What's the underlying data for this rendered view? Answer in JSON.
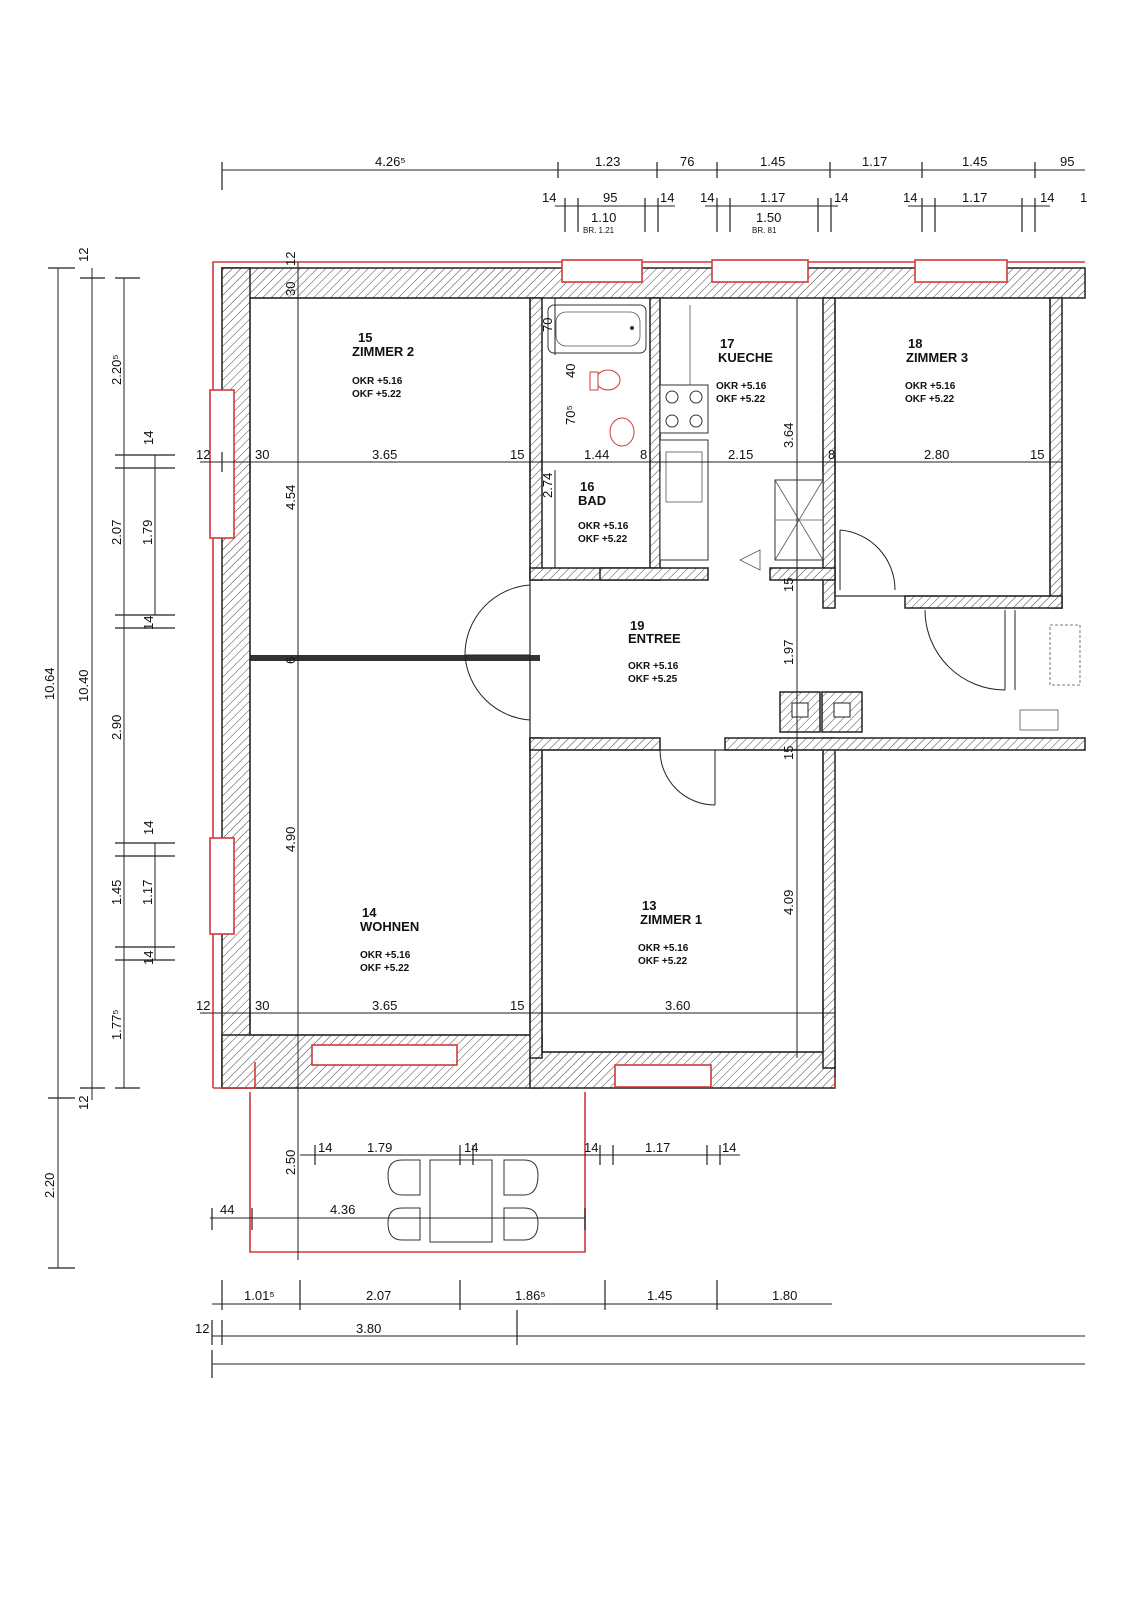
{
  "rooms": [
    {
      "id": "room-15",
      "number": "15",
      "name": "ZIMMER 2",
      "okr": "OKR +5.16",
      "okf": "OKF +5.22"
    },
    {
      "id": "room-17",
      "number": "17",
      "name": "KUECHE",
      "okr": "OKR +5.16",
      "okf": "OKF +5.22"
    },
    {
      "id": "room-18",
      "number": "18",
      "name": "ZIMMER 3",
      "okr": "OKR +5.16",
      "okf": "OKF +5.22"
    },
    {
      "id": "room-16",
      "number": "16",
      "name": "BAD",
      "okr": "OKR +5.16",
      "okf": "OKF +5.22"
    },
    {
      "id": "room-19",
      "number": "19",
      "name": "ENTREE",
      "okr": "OKR +5.16",
      "okf": "OKF +5.25"
    },
    {
      "id": "room-14",
      "number": "14",
      "name": "WOHNEN",
      "okr": "OKR +5.16",
      "okf": "OKF +5.22"
    },
    {
      "id": "room-13",
      "number": "13",
      "name": "ZIMMER 1",
      "okr": "OKR +5.16",
      "okf": "OKF +5.22"
    }
  ],
  "dims": {
    "top1": [
      "4.26⁵",
      "1.23",
      "76",
      "1.45",
      "1.17",
      "1.45",
      "95"
    ],
    "top2": [
      "14",
      "95",
      "14",
      "14",
      "1.17",
      "14",
      "14",
      "1.17",
      "14",
      "1"
    ],
    "top2_sub": [
      "1.10",
      "BR. 1.21",
      "1.50",
      "BR. 81"
    ],
    "left_outer": [
      "10.64",
      "2.20"
    ],
    "left_mid": [
      "12",
      "10.40",
      "12"
    ],
    "left_inner": [
      "2.20⁵",
      "14",
      "2.07",
      "14",
      "2.90",
      "14",
      "1.45",
      "14",
      "1.77⁵"
    ],
    "left_inner2": [
      "1.79",
      "1.17"
    ],
    "row_upper": [
      "12",
      "30",
      "3.65",
      "15",
      "1.44",
      "8",
      "2.15",
      "8",
      "2.80",
      "15"
    ],
    "row_lower": [
      "12",
      "30",
      "3.65",
      "15",
      "3.60"
    ],
    "vertical": [
      "12",
      "30",
      "4.54",
      "6",
      "4.90",
      "2.74",
      "70",
      "40",
      "70⁵",
      "3.64",
      "15",
      "1.97",
      "15",
      "4.09",
      "2.50"
    ],
    "balcony": [
      "14",
      "1.79",
      "14",
      "14",
      "1.17",
      "14",
      "44",
      "4.36"
    ],
    "bottom1": [
      "1.01⁵",
      "2.07",
      "1.86⁵",
      "1.45",
      "1.80"
    ],
    "bottom2": [
      "12",
      "3.80"
    ]
  },
  "colors": {
    "window_red": "#d23a3a",
    "line": "#222222"
  }
}
